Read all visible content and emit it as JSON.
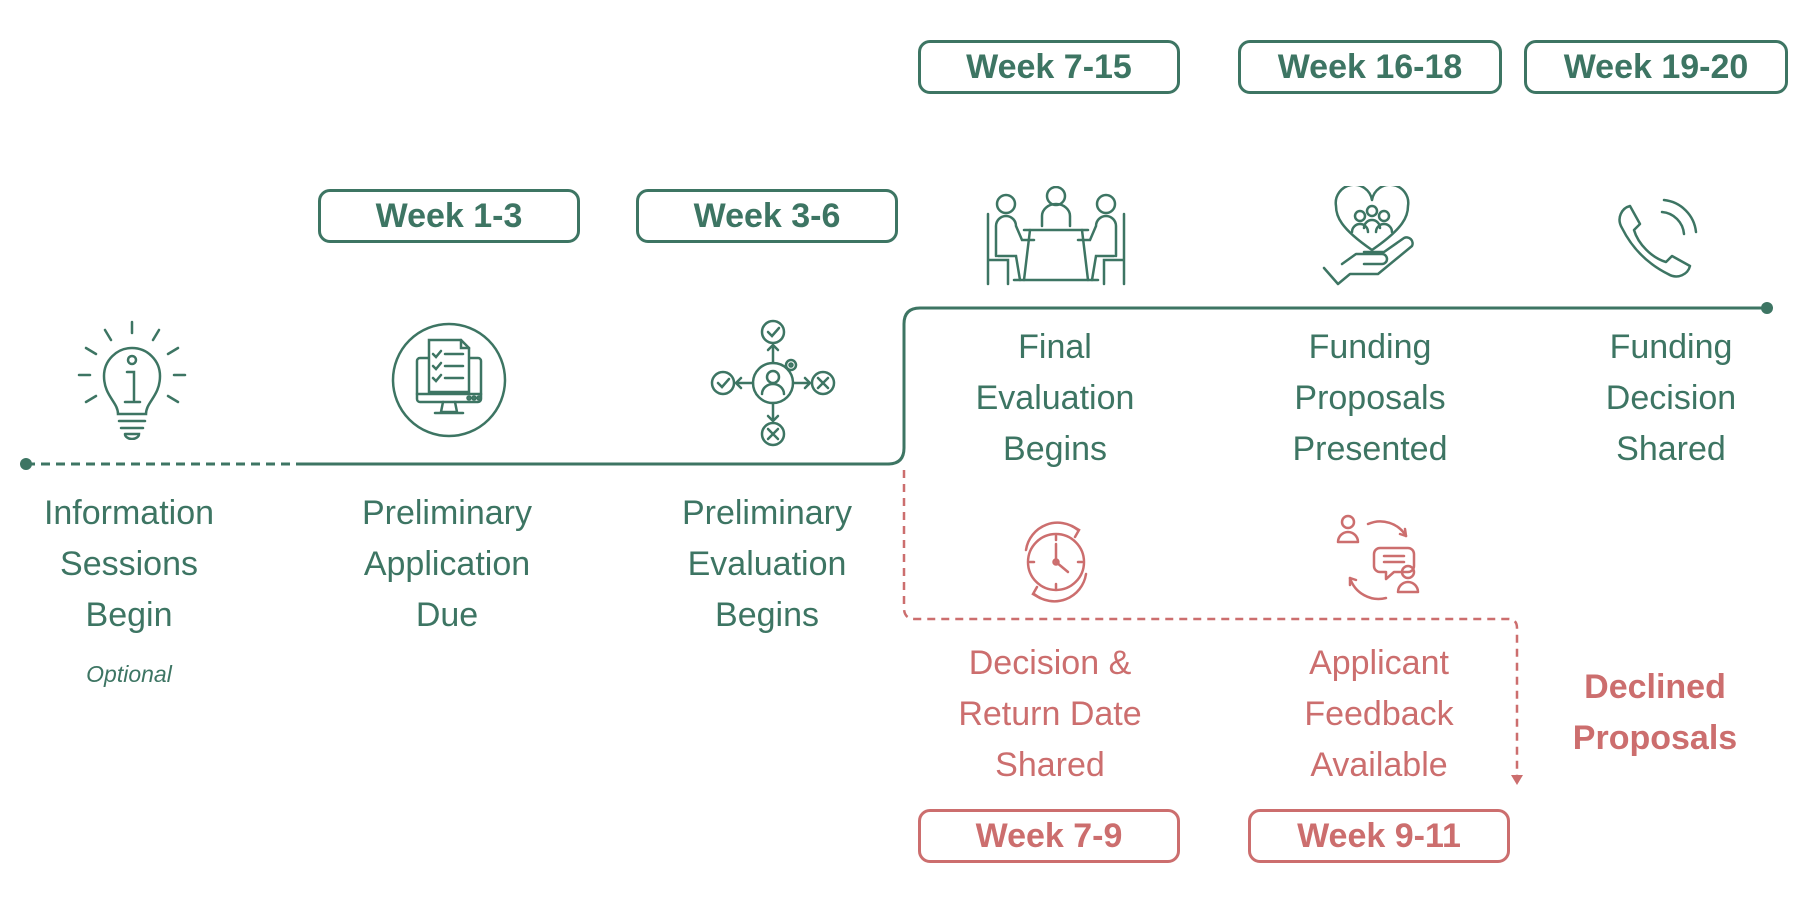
{
  "colors": {
    "primary": "#3d7563",
    "secondary": "#cc6e6e"
  },
  "weeks": {
    "w1": "Week 1-3",
    "w2": "Week 3-6",
    "w3": "Week 7-15",
    "w4": "Week 16-18",
    "w5": "Week 19-20",
    "w6": "Week 7-9",
    "w7": "Week 9-11"
  },
  "steps": {
    "info": {
      "l1": "Information",
      "l2": "Sessions",
      "l3": "Begin",
      "note": "Optional",
      "icon": "lightbulb-info-icon"
    },
    "prelim_app": {
      "l1": "Preliminary",
      "l2": "Application",
      "l3": "Due",
      "icon": "monitor-checklist-icon"
    },
    "prelim_eval": {
      "l1": "Preliminary",
      "l2": "Evaluation",
      "l3": "Begins",
      "icon": "evaluation-flow-icon"
    },
    "final_eval": {
      "l1": "Final",
      "l2": "Evaluation",
      "l3": "Begins",
      "icon": "meeting-table-icon"
    },
    "funding_prop": {
      "l1": "Funding",
      "l2": "Proposals",
      "l3": "Presented",
      "icon": "hand-heart-people-icon"
    },
    "funding_dec": {
      "l1": "Funding",
      "l2": "Decision",
      "l3": "Shared",
      "icon": "phone-call-icon"
    },
    "decision_return": {
      "l1": "Decision &",
      "l2": "Return Date",
      "l3": "Shared",
      "icon": "clock-cycle-icon"
    },
    "feedback": {
      "l1": "Applicant",
      "l2": "Feedback",
      "l3": "Available",
      "icon": "people-feedback-icon"
    }
  },
  "declined": {
    "l1": "Declined",
    "l2": "Proposals"
  }
}
